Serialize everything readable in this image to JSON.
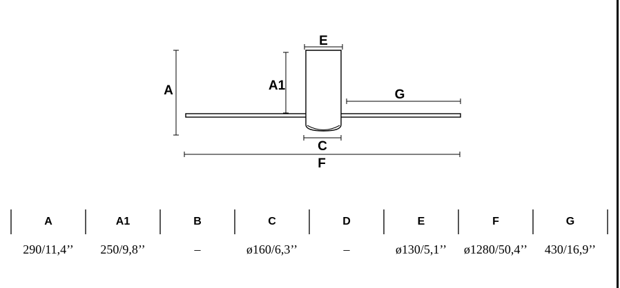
{
  "diagram": {
    "labels": {
      "a": "A",
      "a1": "A1",
      "c": "C",
      "e": "E",
      "f": "F",
      "g": "G"
    }
  },
  "table": {
    "columns": [
      {
        "header": "A",
        "value": "290/11,4’’"
      },
      {
        "header": "A1",
        "value": "250/9,8’’"
      },
      {
        "header": "B",
        "value": "–"
      },
      {
        "header": "C",
        "value": "ø160/6,3’’"
      },
      {
        "header": "D",
        "value": "–"
      },
      {
        "header": "E",
        "value": "ø130/5,1’’"
      },
      {
        "header": "F",
        "value": "ø1280/50,4’’"
      },
      {
        "header": "G",
        "value": "430/16,9’’"
      }
    ]
  }
}
